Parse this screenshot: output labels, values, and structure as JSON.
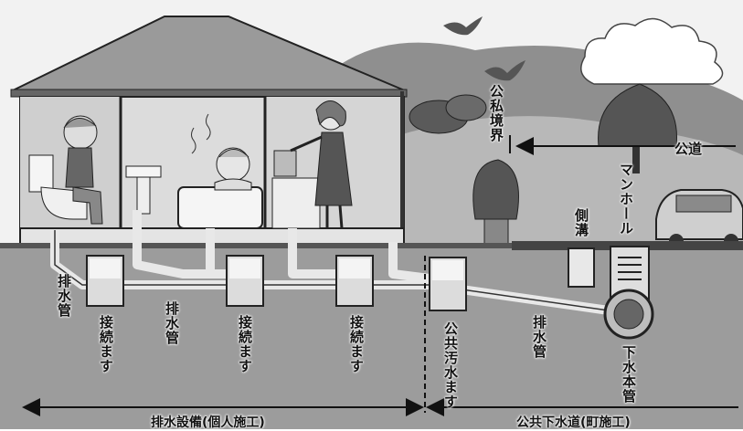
{
  "labels": {
    "public_private_boundary": "公私境界",
    "public_road": "公道",
    "manhole": "マンホール",
    "side_ditch": "側溝",
    "drain_pipe_1": "排水管",
    "drain_pipe_2": "排水管",
    "drain_pipe_3": "排水管",
    "connection_box_1": "接続ます",
    "connection_box_2": "接続ます",
    "connection_box_3": "接続ます",
    "public_sewage_box": "公共汚水ます",
    "main_sewer": "下水本管",
    "private_works": "排水設備(個人施工)",
    "public_works": "公共下水道(町施工)"
  }
}
